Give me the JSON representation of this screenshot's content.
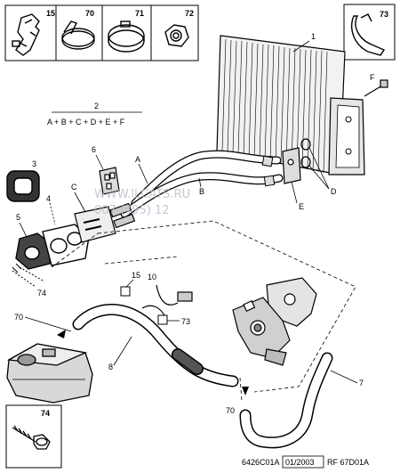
{
  "insets": {
    "i15": "15",
    "i70": "70",
    "i71": "71",
    "i72": "72",
    "i73": "73",
    "i74": "74"
  },
  "labels": {
    "n1": "1",
    "n2": "2",
    "formula": "A + B + C + D + E + F",
    "n3": "3",
    "n4": "4",
    "n5": "5",
    "n6": "6",
    "n7": "7",
    "n8": "8",
    "n10": "10",
    "n15": "15",
    "n70a": "70",
    "n70b": "70",
    "n73": "73",
    "n74": "74",
    "A": "A",
    "B": "B",
    "C": "C",
    "D": "D",
    "E": "E",
    "F": "F"
  },
  "watermark": {
    "line1": "WWW.ILCATS.RU",
    "line2": "007 (495) 12"
  },
  "footer": {
    "code1": "6426C01A",
    "date": "01/2003",
    "code2": "RF 67D01A"
  }
}
